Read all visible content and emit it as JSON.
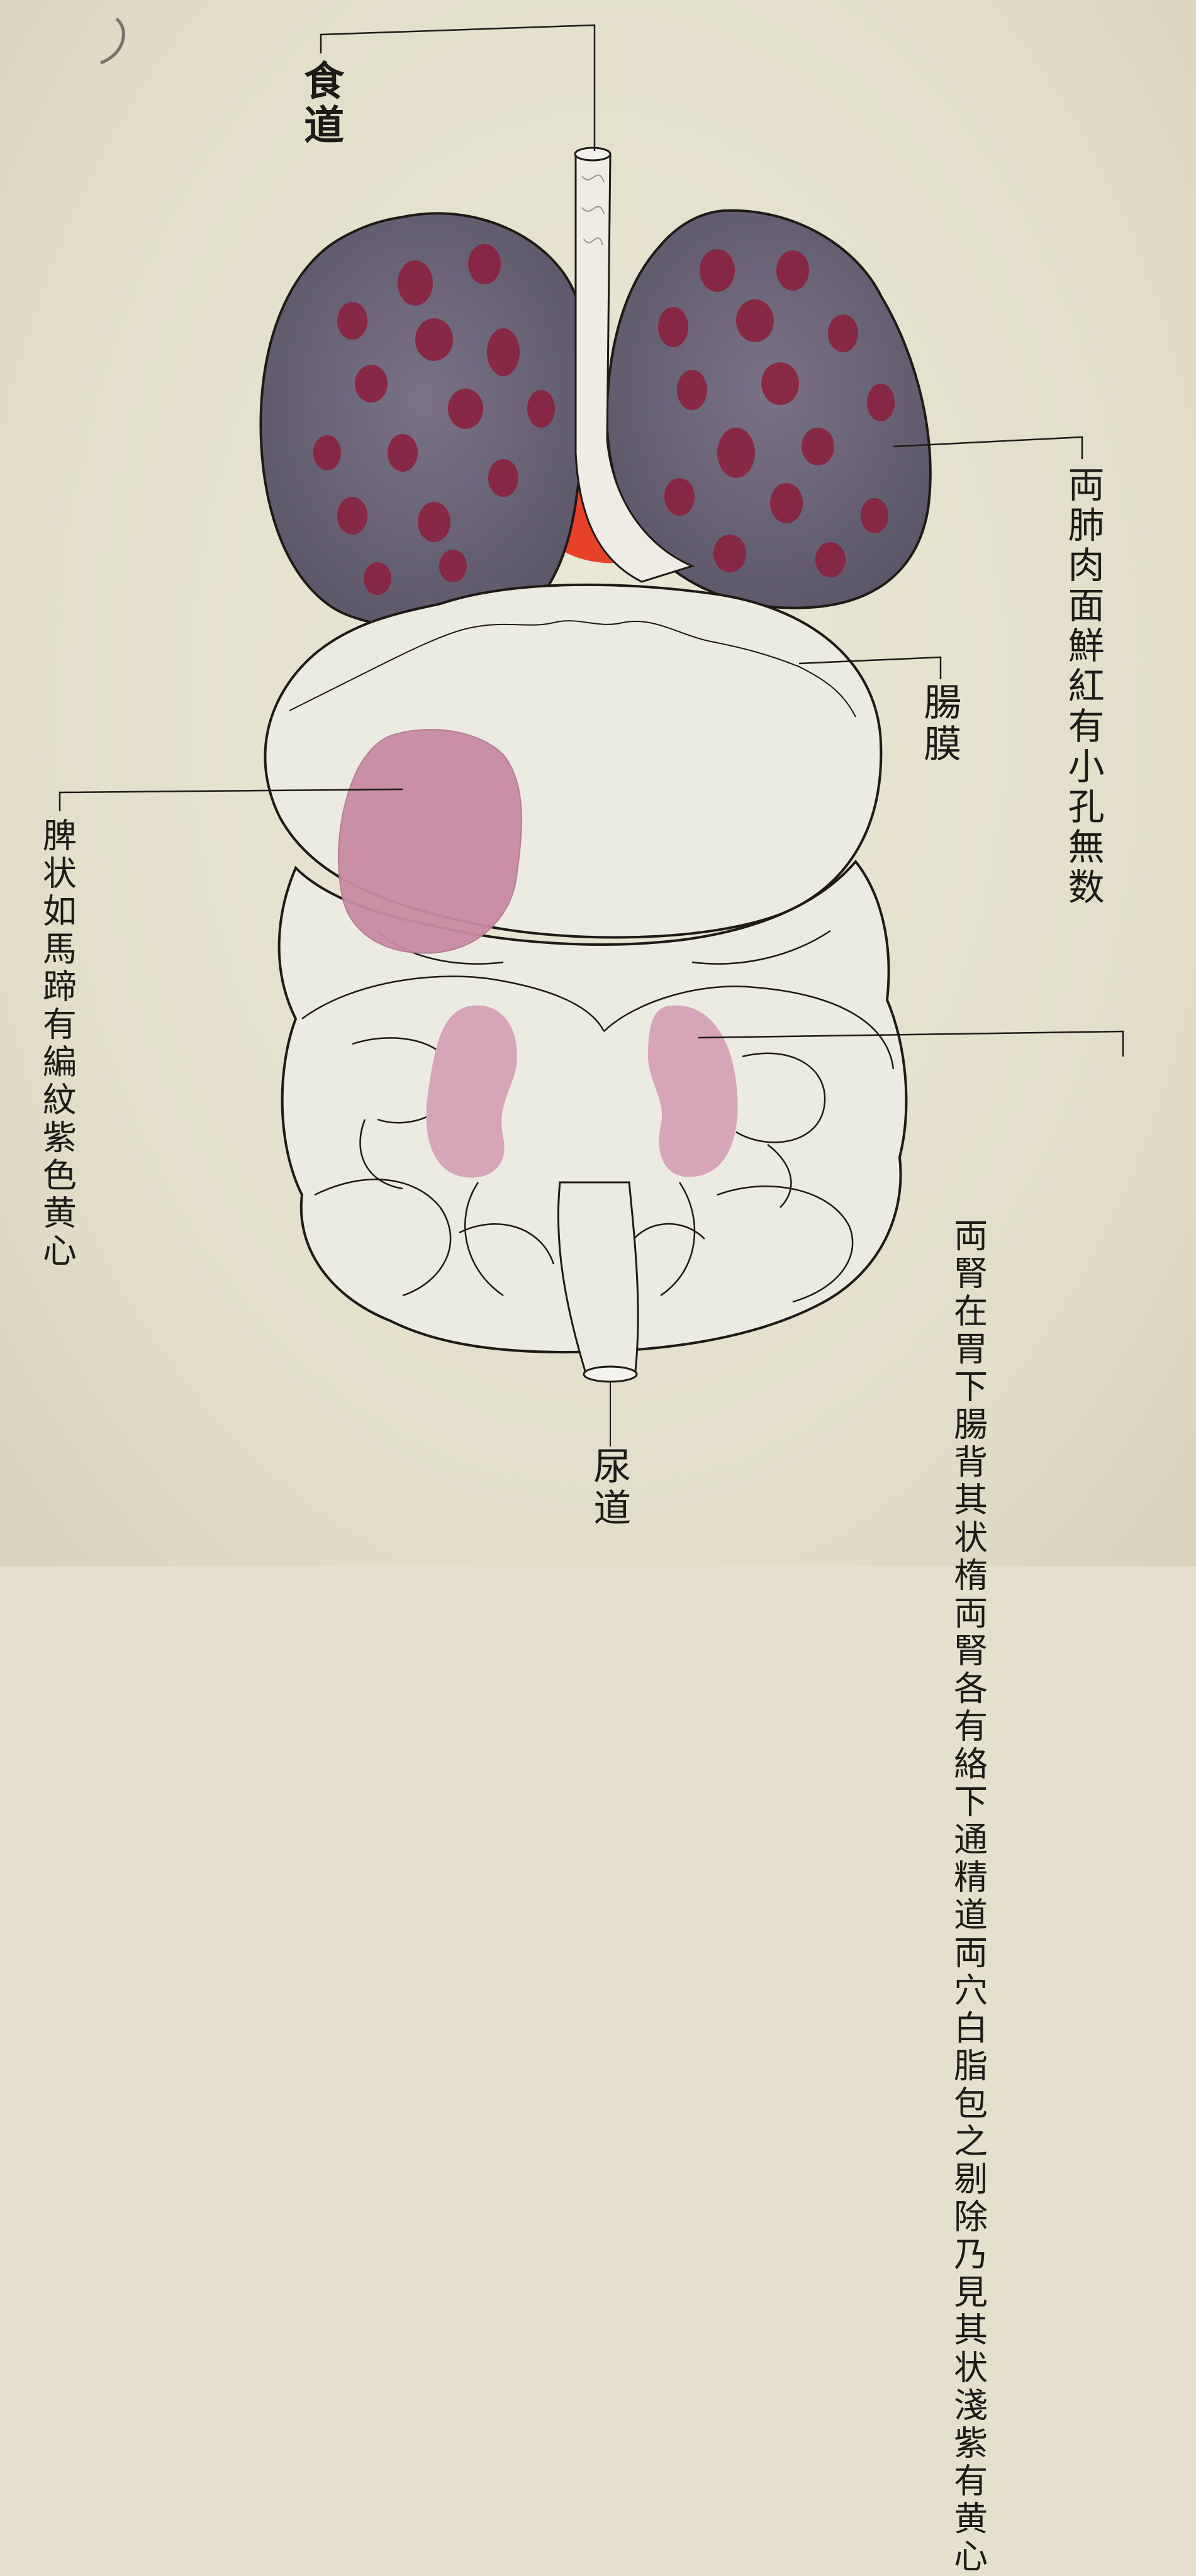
{
  "labels": {
    "esophagus": "食道",
    "lungs": "両肺肉面鮮紅有小孔無数",
    "mesentery": "腸膜",
    "spleen": "脾状如馬蹄有編紋紫色黄心",
    "kidneys": [
      "両腎在胃下腸背其状",
      "楕両腎各有絡下通精",
      "道両穴白脂包之剔除",
      "乃見其状淺紫有黄心"
    ],
    "urethra": "尿道"
  },
  "colors": {
    "paper": "#e4e0cc",
    "lung": "#6a6478",
    "lung_spots": "#8a2240",
    "heart": "#e8412a",
    "spleen": "#c98aa3",
    "kidney": "#d7a5b8",
    "organ_white": "#ecebe2",
    "ink": "#1e1a16"
  }
}
